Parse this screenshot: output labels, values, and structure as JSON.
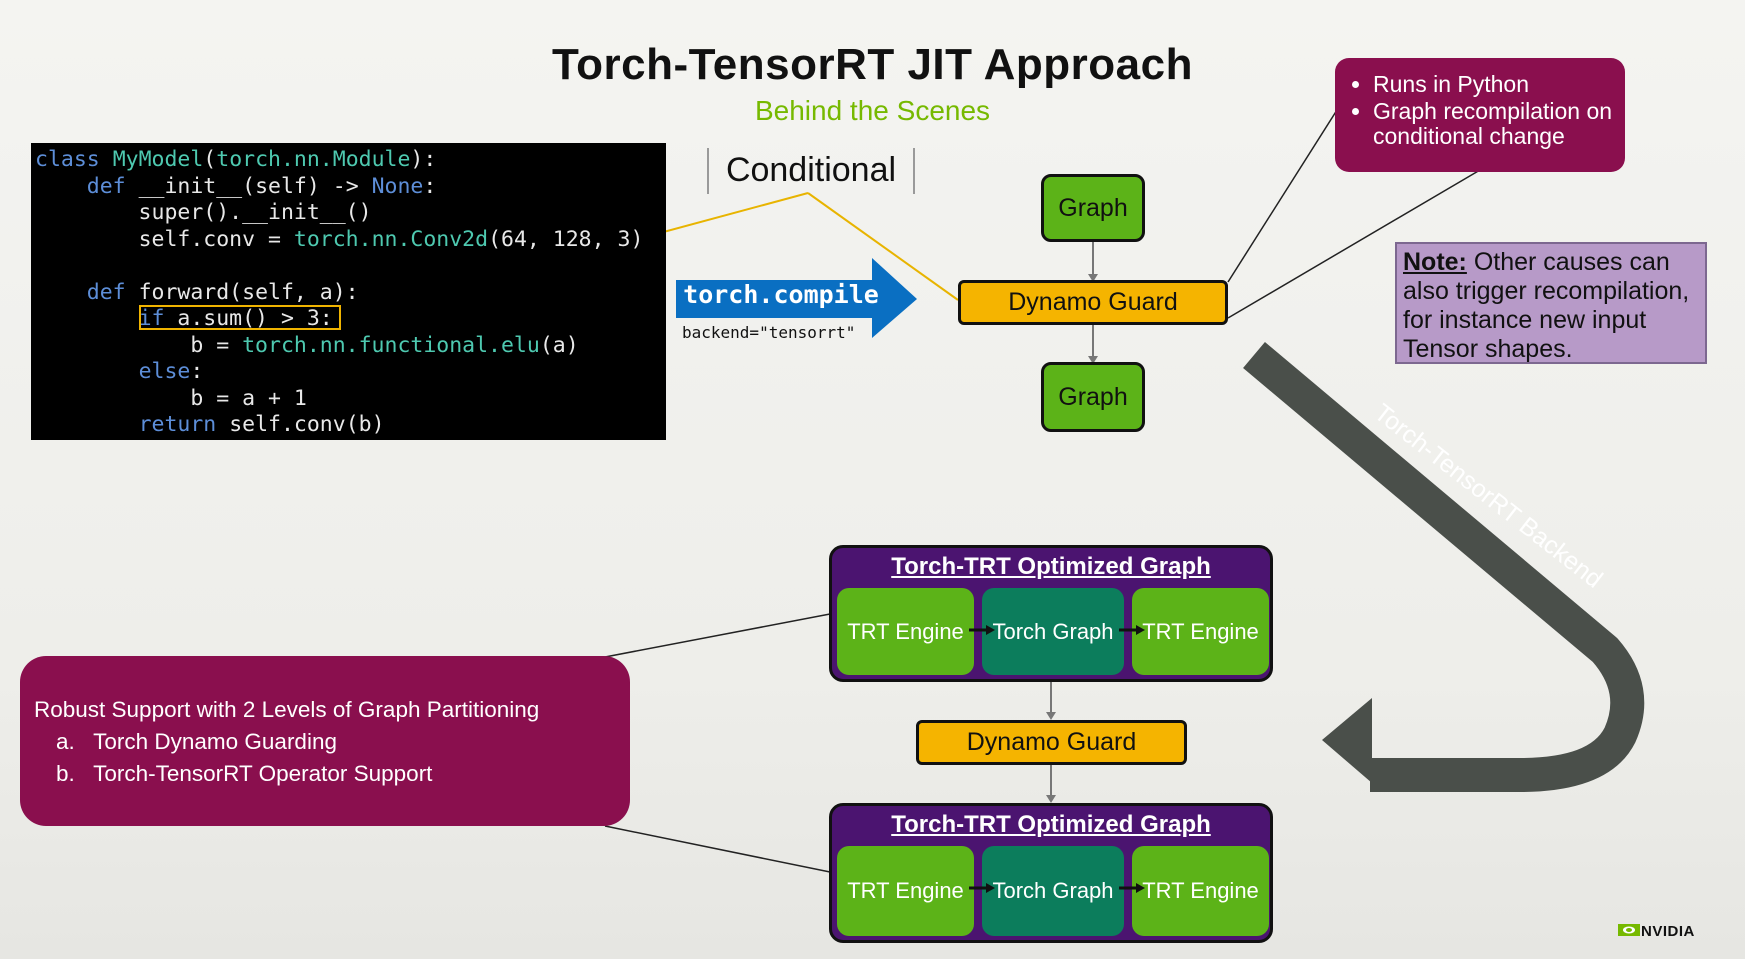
{
  "title": "Torch-TensorRT JIT Approach",
  "subtitle": "Behind the Scenes",
  "code_lines": [
    "class MyModel(torch.nn.Module):",
    "    def __init__(self) -> None:",
    "        super().__init__()",
    "        self.conv = torch.nn.Conv2d(64, 128, 3)",
    "",
    "    def forward(self, a):",
    "        if a.sum() > 3:",
    "            b = torch.nn.functional.elu(a)",
    "        else:",
    "            b = a + 1",
    "        return self.conv(b)"
  ],
  "conditional_label": "Conditional",
  "compile_label": "torch.compile",
  "backend_label": "backend=\"tensorrt\"",
  "top_graph_label": "Graph",
  "top_guard_label": "Dynamo Guard",
  "bottom_graph_label": "Graph",
  "callout_bullets": [
    "Runs in Python",
    "Graph recompilation on conditional change"
  ],
  "note": {
    "heading": "Note:",
    "text": " Other causes can also trigger recompilation, for instance new input Tensor shapes."
  },
  "backend_arrow_label": "Torch-TensorRT Backend",
  "optimized_graphs": [
    {
      "title": "Torch-TRT Optimized Graph",
      "nodes": [
        "TRT Engine",
        "Torch Graph",
        "TRT Engine"
      ]
    },
    {
      "title": "Torch-TRT Optimized Graph",
      "nodes": [
        "TRT Engine",
        "Torch Graph",
        "TRT Engine"
      ]
    }
  ],
  "middle_guard_label": "Dynamo Guard",
  "robust_box": {
    "heading": "Robust Support with 2 Levels of Graph Partitioning",
    "items": [
      "a.   Torch Dynamo Guarding",
      "b.   Torch-TensorRT Operator Support"
    ]
  },
  "logo_text": "NVIDIA",
  "colors": {
    "nvidia_green": "#76b900",
    "maroon": "#8a0f4e",
    "purple": "#4b1470",
    "guard_orange": "#f5b400",
    "teal": "#0c7d5c",
    "compile_blue": "#0a6fc2",
    "backend_arrow": "#4a4f4a"
  }
}
